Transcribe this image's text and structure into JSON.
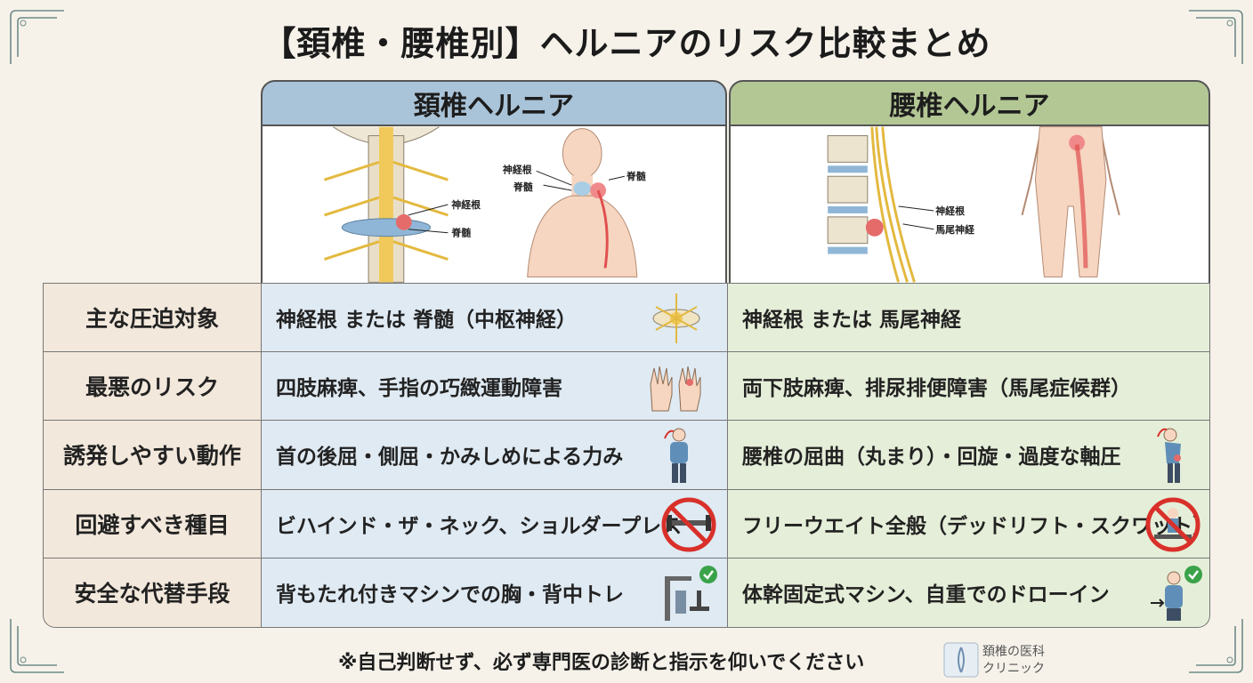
{
  "title": "【頚椎・腰椎別】ヘルニアのリスク比較まとめ",
  "columns": {
    "cervical": "頚椎ヘルニア",
    "lumbar": "腰椎ヘルニア"
  },
  "illustration_labels": {
    "cervical_spine": [
      "神経根",
      "脊髄"
    ],
    "cervical_body": [
      "神経根",
      "脊髄",
      "脊髄"
    ],
    "lumbar_spine": [
      "神経根",
      "馬尾神経"
    ]
  },
  "rows": [
    {
      "label": "主な圧迫対象",
      "cervical": "神経根 または 脊髄（中枢神経）",
      "lumbar": "神経根 または 馬尾神経"
    },
    {
      "label": "最悪のリスク",
      "cervical": "四肢麻痺、手指の巧緻運動障害",
      "lumbar": "両下肢麻痺、排尿排便障害（馬尾症候群）"
    },
    {
      "label": "誘発しやすい動作",
      "cervical": "首の後屈・側屈・かみしめによる力み",
      "lumbar": "腰椎の屈曲（丸まり）・回旋・過度な軸圧"
    },
    {
      "label": "回避すべき種目",
      "cervical": "ビハインド・ザ・ネック、ショルダープレス",
      "lumbar": "フリーウエイト全般（デッドリフト・スクワット）"
    },
    {
      "label": "安全な代替手段",
      "cervical": "背もたれ付きマシンでの胸・背中トレ",
      "lumbar": "体幹固定式マシン、自重でのドローイン"
    }
  ],
  "footer_note": "※自己判断せず、必ず専門医の診断と指示を仰いでください",
  "clinic": {
    "line1": "頚椎の医科",
    "line2": "クリニック"
  },
  "colors": {
    "cervical": "#a9c3d8",
    "lumbar": "#b3c795",
    "label_bg": "#f3e8dc",
    "warning": "#d9302a",
    "ok": "#3aa34a"
  }
}
